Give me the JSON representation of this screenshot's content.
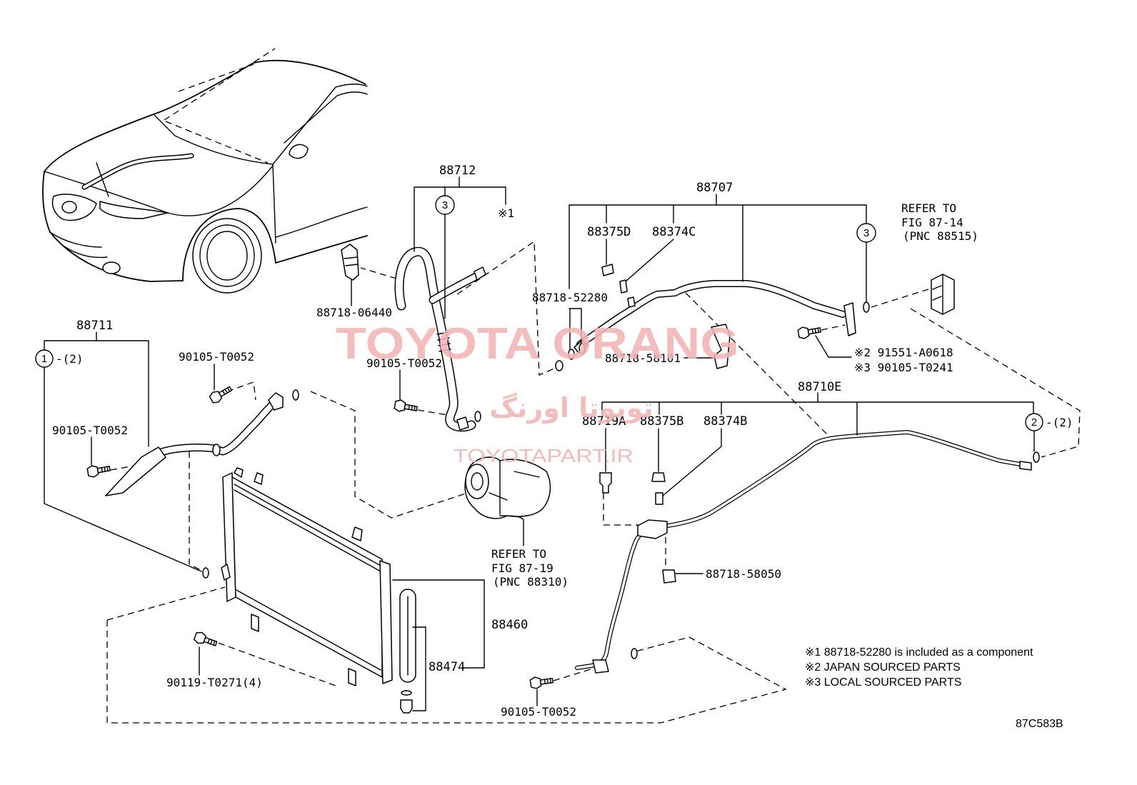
{
  "diagram": {
    "part_labels": {
      "p88712": "88712",
      "p88707": "88707",
      "p88375D": "88375D",
      "p88374C": "88374C",
      "p88711": "88711",
      "p90105_T0052_a": "90105-T0052",
      "p88718_06440": "88718-06440",
      "p88718_52280": "88718-52280",
      "p88718_58101": "88718-58101",
      "p91551_A0618": "※2 91551-A0618",
      "p90105_T0241": "※3 90105-T0241",
      "p90105_T0052_b": "90105-T0052",
      "p90105_T0052_c": "90105-T0052",
      "p88710E": "88710E",
      "p88719A": "88719A",
      "p88375B": "88375B",
      "p88374B": "88374B",
      "p88718_58050": "88718-58050",
      "p88460": "88460",
      "p88474": "88474",
      "p90119_T0271": "90119-T0271(4)",
      "p90105_T0052_d": "90105-T0052"
    },
    "markers": {
      "note1": "※1",
      "circle1": "1",
      "circle1_qty": "-(2)",
      "circle2": "2",
      "circle2_qty": "-(2)",
      "circle3a": "3",
      "circle3b": "3"
    },
    "refer_fig_87_14": [
      "REFER TO",
      "FIG 87-14",
      "(PNC 88515)"
    ],
    "refer_fig_87_19": [
      "REFER TO",
      "FIG 87-19",
      "(PNC 88310)"
    ],
    "notes": [
      "※1 88718-52280 is included as a component",
      "※2 JAPAN SOURCED PARTS",
      "※3 LOCAL SOURCED PARTS"
    ],
    "figure_code": "87C583B"
  },
  "watermark": {
    "title": "TOYOTA ORANG",
    "persian": "تویوتا اورنگ",
    "site": "TOYOTAPART.IR",
    "color": "#f3b4b4"
  }
}
